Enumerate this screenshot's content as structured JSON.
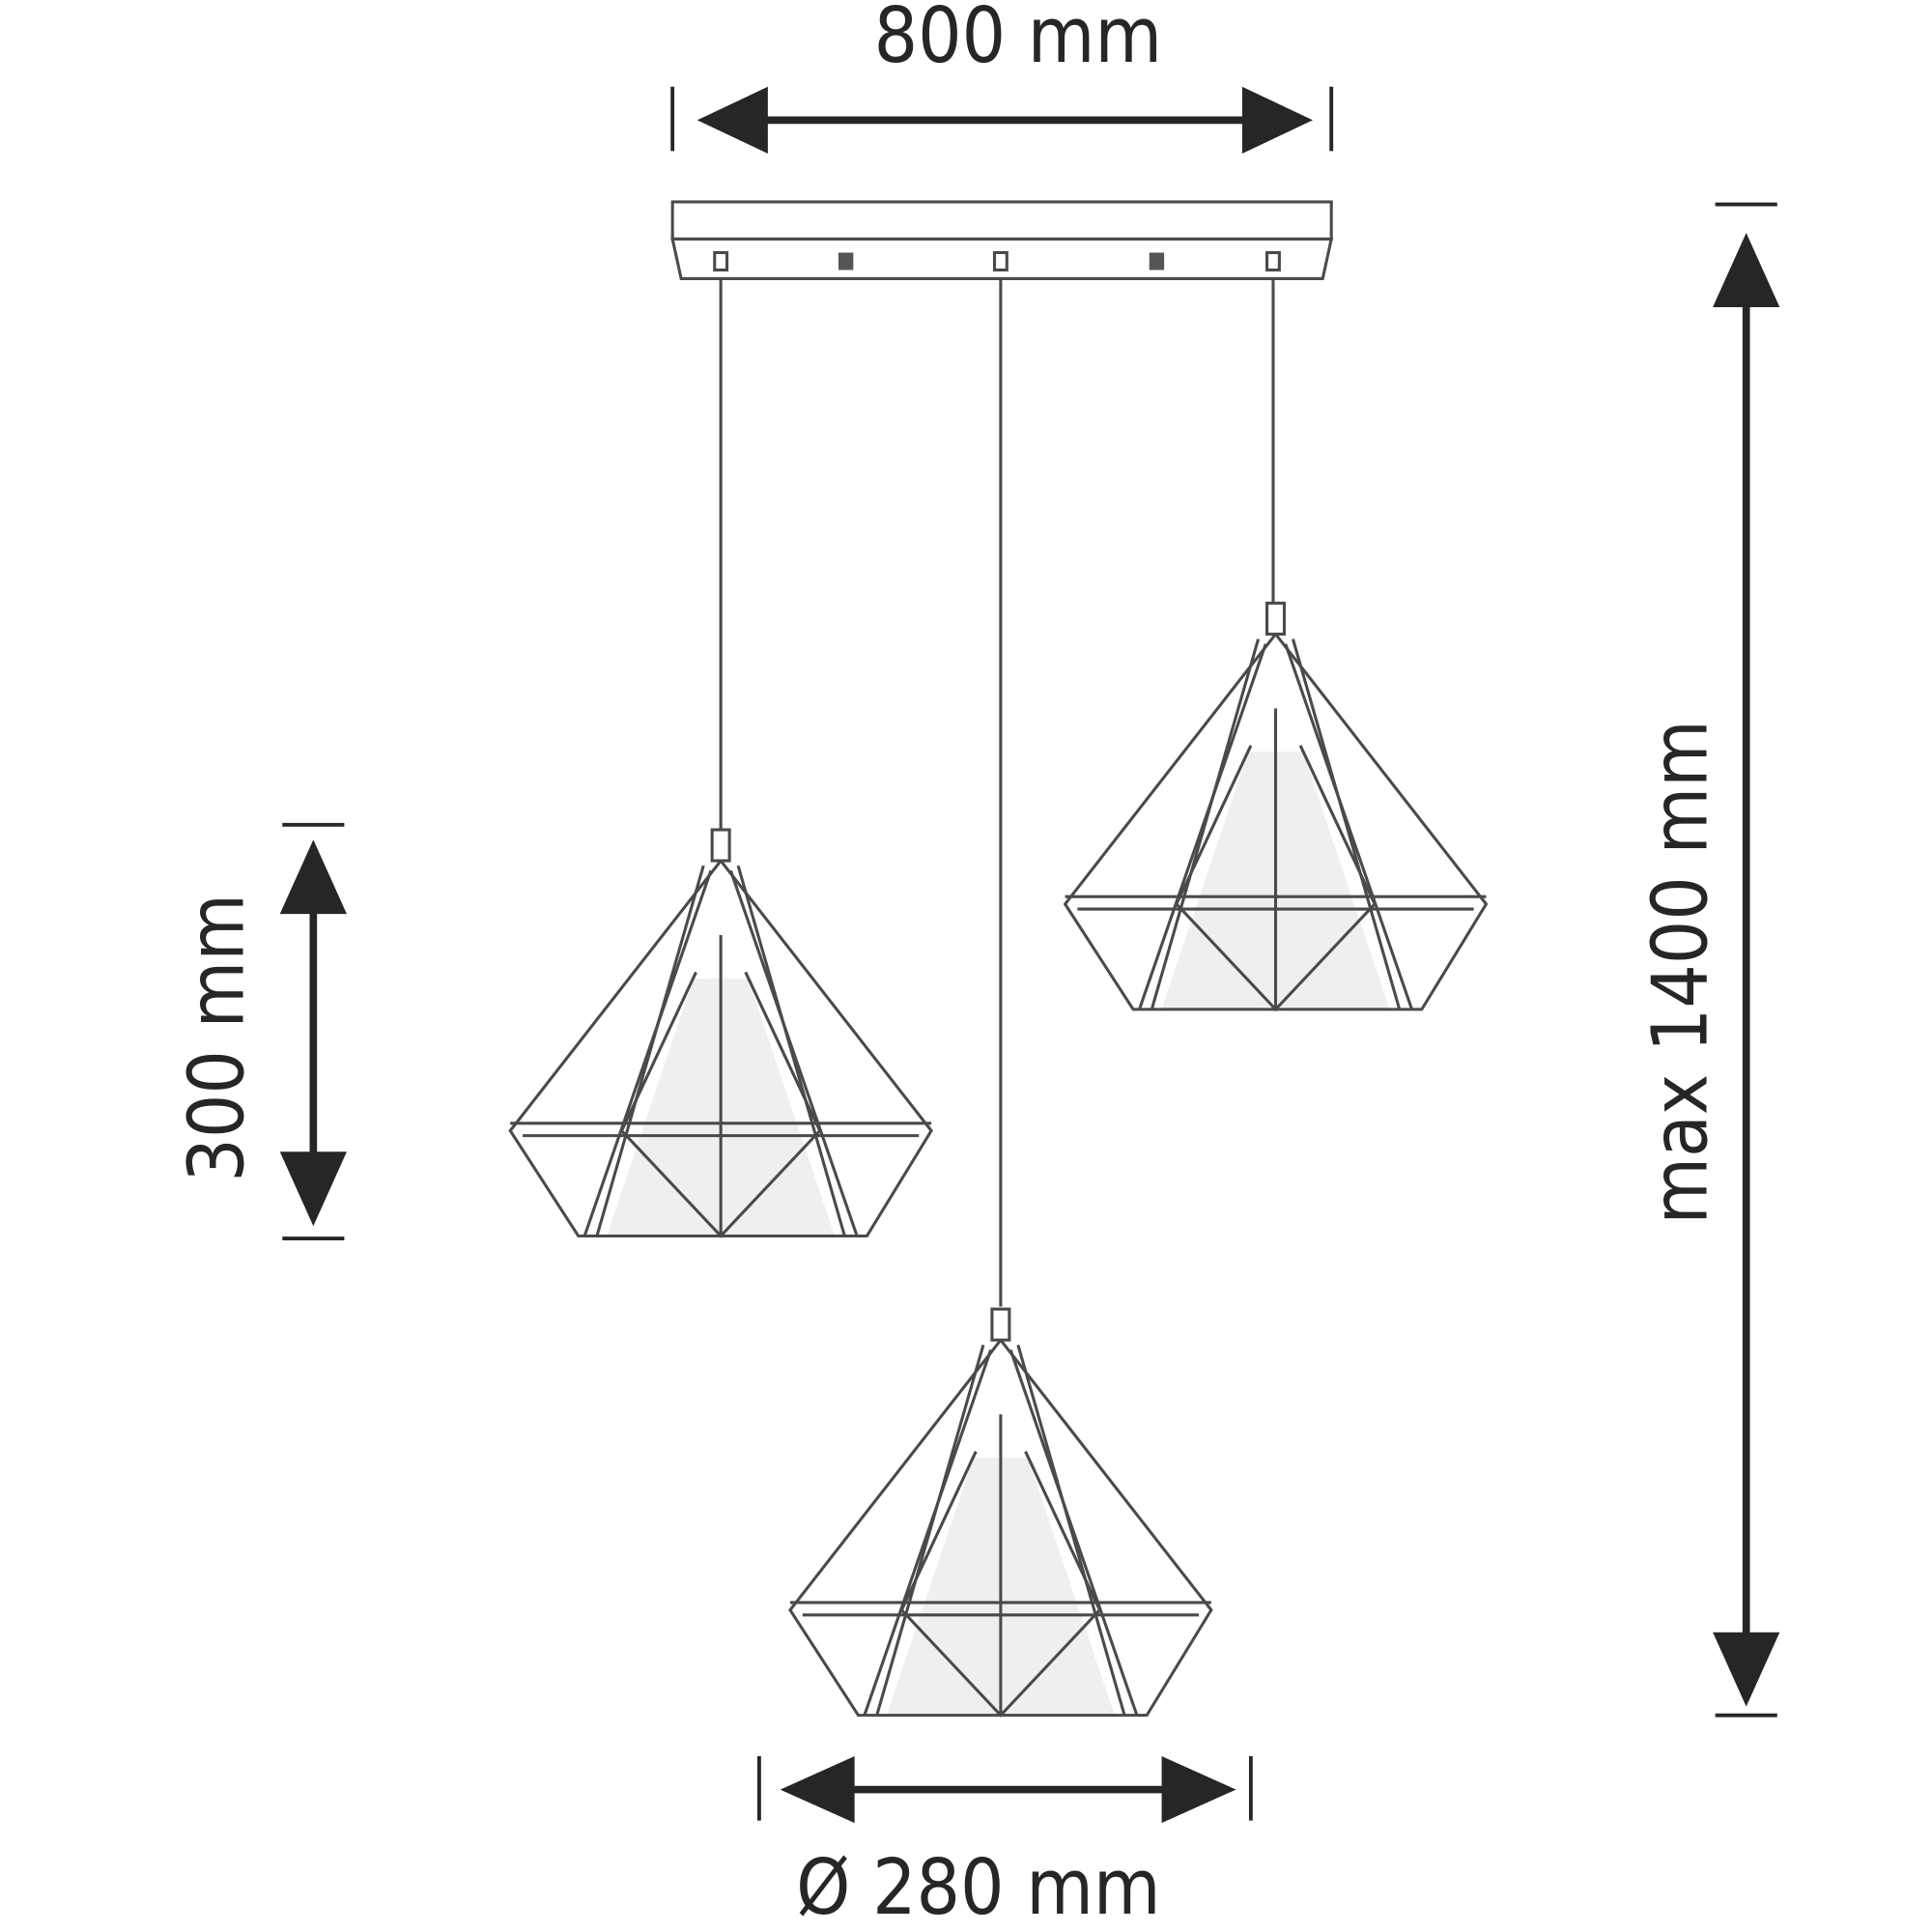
{
  "dimensions": {
    "width": "800 mm",
    "max_height": "max 1400 mm",
    "shade_height": "300 mm",
    "shade_diameter": "Ø 280 mm"
  },
  "colors": {
    "ink": "#262626",
    "shade_fill": "#efefef"
  }
}
